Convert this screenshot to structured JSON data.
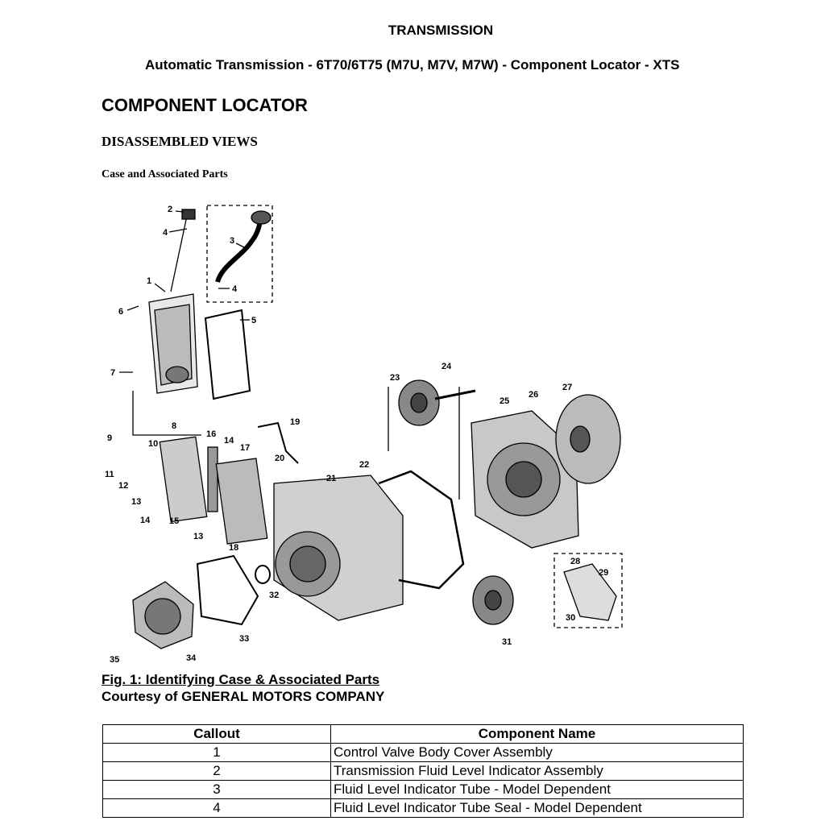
{
  "header": {
    "section": "TRANSMISSION",
    "title": "Automatic Transmission - 6T70/6T75 (M7U, M7V, M7W) - Component Locator - XTS"
  },
  "page_heading": "COMPONENT LOCATOR",
  "sub_heading": "DISASSEMBLED VIEWS",
  "sub_sub_heading": "Case and Associated Parts",
  "figure": {
    "caption": "Fig. 1: Identifying Case & Associated Parts",
    "credit": "Courtesy of GENERAL MOTORS COMPANY",
    "callout_labels": [
      "1",
      "2",
      "3",
      "4",
      "4",
      "5",
      "6",
      "7",
      "8",
      "9",
      "10",
      "11",
      "12",
      "13",
      "13",
      "14",
      "14",
      "15",
      "16",
      "17",
      "18",
      "19",
      "20",
      "21",
      "22",
      "23",
      "24",
      "25",
      "26",
      "27",
      "28",
      "29",
      "30",
      "31",
      "32",
      "33",
      "34",
      "35"
    ]
  },
  "table": {
    "headers": [
      "Callout",
      "Component Name"
    ],
    "rows": [
      {
        "callout": "1",
        "name": "Control Valve Body Cover Assembly"
      },
      {
        "callout": "2",
        "name": "Transmission Fluid Level Indicator Assembly"
      },
      {
        "callout": "3",
        "name": "Fluid Level Indicator Tube - Model Dependent"
      },
      {
        "callout": "4",
        "name": "Fluid Level Indicator Tube Seal - Model Dependent"
      }
    ]
  }
}
